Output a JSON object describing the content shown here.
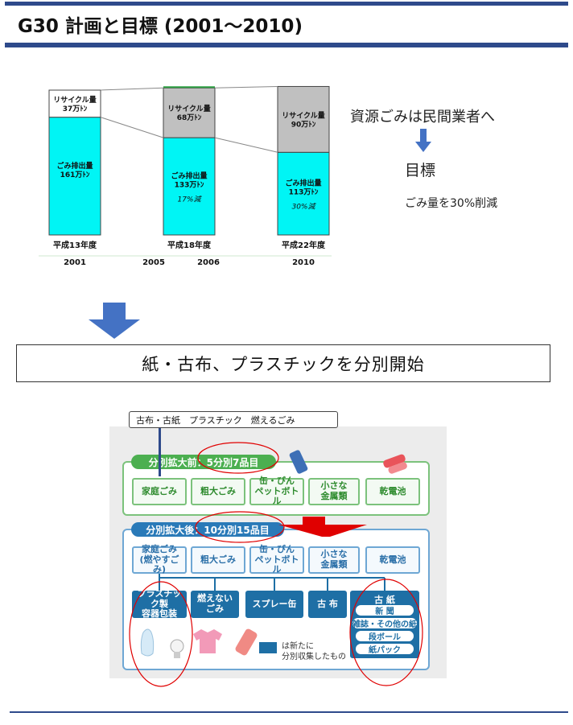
{
  "title": "G30 計画と目標 (2001〜2010)",
  "chart_data": {
    "type": "bar",
    "stacked": true,
    "categories": [
      "平成13年度",
      "平成18年度",
      "平成22年度"
    ],
    "years": [
      "2001",
      "2006",
      "2010"
    ],
    "extra_year_label": "2005",
    "series": [
      {
        "name": "ごみ排出量",
        "values": [
          161,
          133,
          113
        ],
        "labels": [
          "ごみ排出量\n161万ﾄﾝ",
          "ごみ排出量\n133万ﾄﾝ",
          "ごみ排出量\n113万ﾄﾝ"
        ],
        "color": "#00f5f5"
      },
      {
        "name": "リサイクル量",
        "values": [
          37,
          68,
          90
        ],
        "labels": [
          "リサイクル量\n37万ﾄﾝ",
          "リサイクル量\n68万ﾄﾝ",
          "リサイクル量\n90万ﾄﾝ"
        ],
        "color": "#ffffff"
      }
    ],
    "annotations": [
      "",
      "17%減",
      "30%減"
    ],
    "recycle_colors": [
      "#ffffff",
      "#c0c0c0",
      "#c0c0c0"
    ],
    "ylim": [
      0,
      220
    ]
  },
  "side": {
    "resource_text": "資源ごみは民間業者へ",
    "goal_label": "目標",
    "goal_detail": "ごみ量を30%削減"
  },
  "banner": "紙・古布、プラスチックを分別開始",
  "diagram": {
    "callout": "古布・古紙　プラスチック　燃えるごみ",
    "before_header": "分別拡大前：5分別7品目",
    "after_header": "分別拡大後：10分別15品目",
    "before_items": [
      "家庭ごみ",
      "粗大ごみ",
      "缶・びん\nペットボトル",
      "小さな\n金属類",
      "乾電池"
    ],
    "after_row1": [
      "家庭ごみ\n(燃やすごみ)",
      "粗大ごみ",
      "缶・びん\nペットボトル",
      "小さな\n金属類",
      "乾電池"
    ],
    "after_row2": [
      "プラスチック製\n容器包装",
      "燃えない\nごみ",
      "スプレー缶",
      "古 布",
      "古 紙"
    ],
    "paper_sub": [
      "新 聞",
      "雑誌・その他の紙",
      "段ボール",
      "紙パック"
    ],
    "legend": "は新たに\n分別収集したもの",
    "colors": {
      "green": "#4caf50",
      "blue": "#2a7ab8",
      "new": "#1e6fa5",
      "red": "#e00000"
    }
  }
}
